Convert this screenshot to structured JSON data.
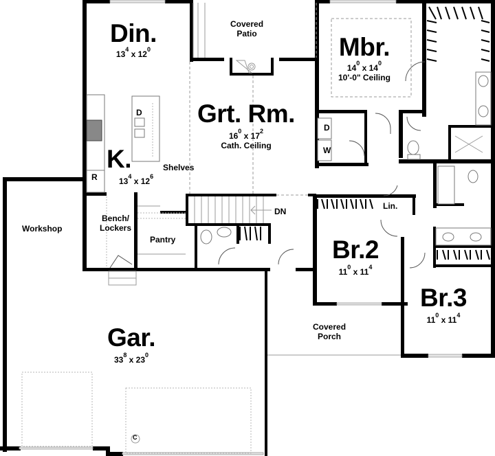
{
  "floor_plan": {
    "rooms": [
      {
        "id": "din",
        "name": "Din.",
        "dim_a": "13",
        "dim_a_in": "4",
        "dim_b": "12",
        "dim_b_in": "0"
      },
      {
        "id": "covered_patio",
        "name": "Covered Patio",
        "line1": "Covered",
        "line2": "Patio"
      },
      {
        "id": "mbr",
        "name": "Mbr.",
        "dim_a": "14",
        "dim_a_in": "0",
        "dim_b": "14",
        "dim_b_in": "0",
        "note": "10'-0\" Ceiling"
      },
      {
        "id": "grt_rm",
        "name": "Grt. Rm.",
        "dim_a": "16",
        "dim_a_in": "0",
        "dim_b": "17",
        "dim_b_in": "2",
        "note": "Cath. Ceiling"
      },
      {
        "id": "kitchen",
        "name": "K.",
        "dim_a": "13",
        "dim_a_in": "4",
        "dim_b": "12",
        "dim_b_in": "6"
      },
      {
        "id": "workshop",
        "name": "Workshop"
      },
      {
        "id": "bench_lockers",
        "name": "Bench/ Lockers",
        "line1": "Bench/",
        "line2": "Lockers"
      },
      {
        "id": "pantry",
        "name": "Pantry"
      },
      {
        "id": "br2",
        "name": "Br.2",
        "dim_a": "11",
        "dim_a_in": "0",
        "dim_b": "11",
        "dim_b_in": "4"
      },
      {
        "id": "br3",
        "name": "Br.3",
        "dim_a": "11",
        "dim_a_in": "0",
        "dim_b": "11",
        "dim_b_in": "4"
      },
      {
        "id": "covered_porch",
        "name": "Covered Porch",
        "line1": "Covered",
        "line2": "Porch"
      },
      {
        "id": "gar",
        "name": "Gar.",
        "dim_a": "33",
        "dim_a_in": "8",
        "dim_b": "23",
        "dim_b_in": "0"
      }
    ],
    "annotations": {
      "shelves": "Shelves",
      "stairs_dn": "DN",
      "linen": "Lin.",
      "dryer": "D",
      "washer": "W",
      "dishwasher": "D",
      "refrigerator": "R",
      "garage_c": "C"
    },
    "colors": {
      "wall": "#000000",
      "fixture_line": "#9a9a9a",
      "background": "#ffffff"
    }
  }
}
